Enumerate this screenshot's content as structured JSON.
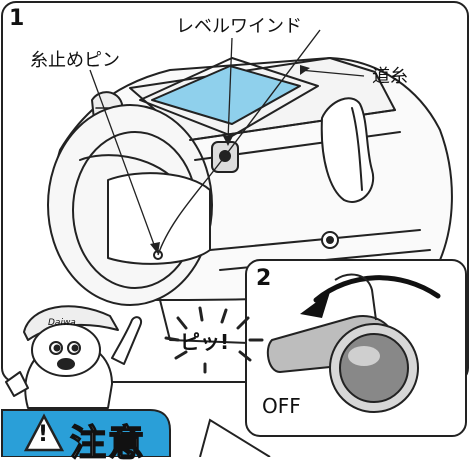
{
  "panel1": {
    "step_number": "1",
    "label_level_wind": "レベルワインド",
    "label_stop_pin": "糸止めピン",
    "label_line": "道糸"
  },
  "panel2": {
    "step_number": "2",
    "label_beep": "ピッ!",
    "label_off": "OFF"
  },
  "caution": {
    "label": "注意",
    "symbol": "!"
  },
  "mascot": {
    "cap_text": "Daiwa"
  },
  "colors": {
    "caution_bg": "#2a9fd8",
    "screen_blue": "#8fd0ec",
    "ink": "#111111"
  }
}
